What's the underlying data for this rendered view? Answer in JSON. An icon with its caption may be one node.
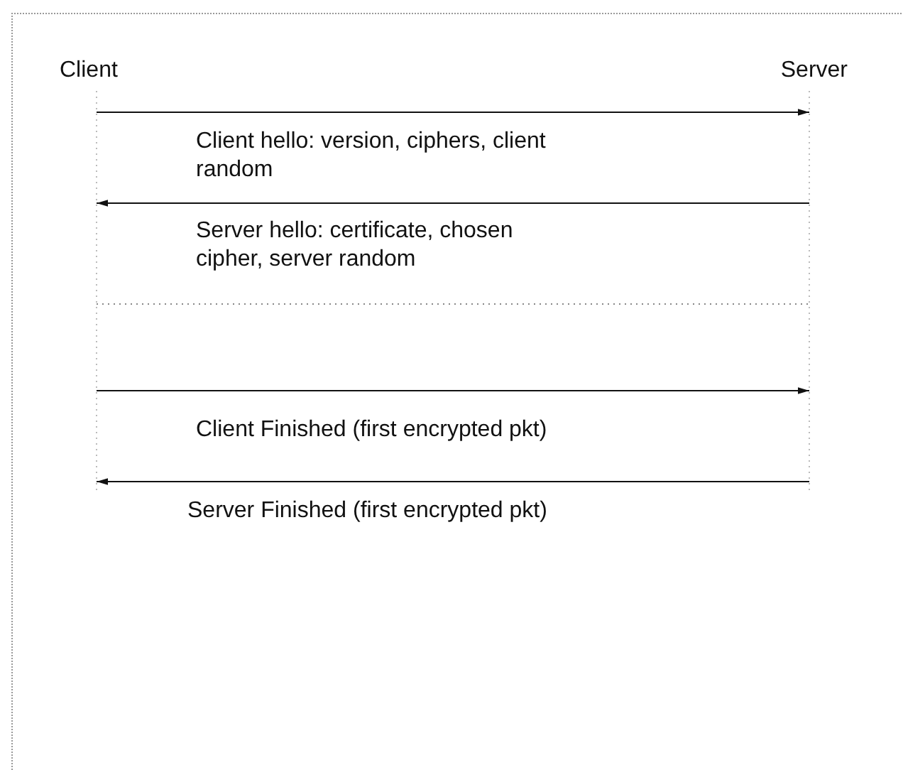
{
  "diagram": {
    "nodes": [
      {
        "text": [
          "Client"
        ]
      },
      {
        "text": [
          "Server"
        ]
      }
    ],
    "edges": [
      {
        "from": 0,
        "to": 1,
        "arrow": "to",
        "label": "Client hello: version, ciphers, client random"
      },
      {
        "from": 1,
        "to": 0,
        "arrow": "to",
        "label": "Server hello: certificate, chosen cipher, server random"
      },
      {
        "from": 0,
        "to": 1,
        "arrow": "to",
        "label": "Client Finished (first encrypted pkt)"
      },
      {
        "from": 1,
        "to": 0,
        "arrow": "to",
        "label": "Server Finished (first encrypted pkt)"
      }
    ]
  }
}
